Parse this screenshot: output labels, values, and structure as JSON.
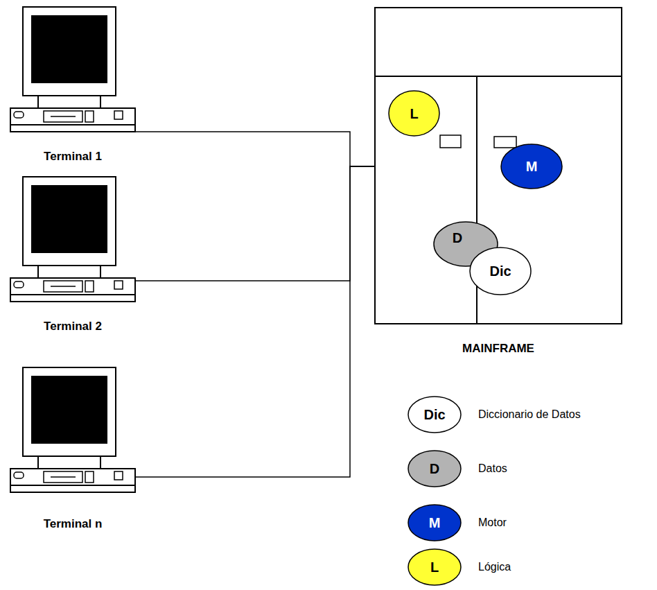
{
  "diagram": {
    "nodes": [
      {
        "text": [
          "Terminal 1"
        ]
      },
      {
        "text": [
          "Terminal 2"
        ]
      },
      {
        "text": [
          "Terminal n"
        ]
      },
      {
        "text": [
          "MAINFRAME"
        ]
      },
      {
        "text": [
          "L"
        ],
        "in": 3
      },
      {
        "text": [
          "M"
        ],
        "in": 3
      },
      {
        "text": [
          "D"
        ],
        "in": 3
      },
      {
        "text": [
          "Dic"
        ],
        "in": 3
      }
    ],
    "edges": [
      {
        "from": 0,
        "to": 3,
        "arrow": "none"
      },
      {
        "from": 1,
        "to": 3,
        "arrow": "none"
      },
      {
        "from": 2,
        "to": 3,
        "arrow": "none"
      }
    ],
    "labels": [
      "Dic",
      "D",
      "M",
      "L"
    ],
    "legend": [
      {
        "text": "Diccionario de Datos",
        "color": "#ffffff"
      },
      {
        "text": "Datos",
        "color": "#b3b3b3"
      },
      {
        "text": "Motor",
        "color": "#0033cc"
      },
      {
        "text": "Lógica",
        "color": "#ffff33"
      }
    ]
  }
}
